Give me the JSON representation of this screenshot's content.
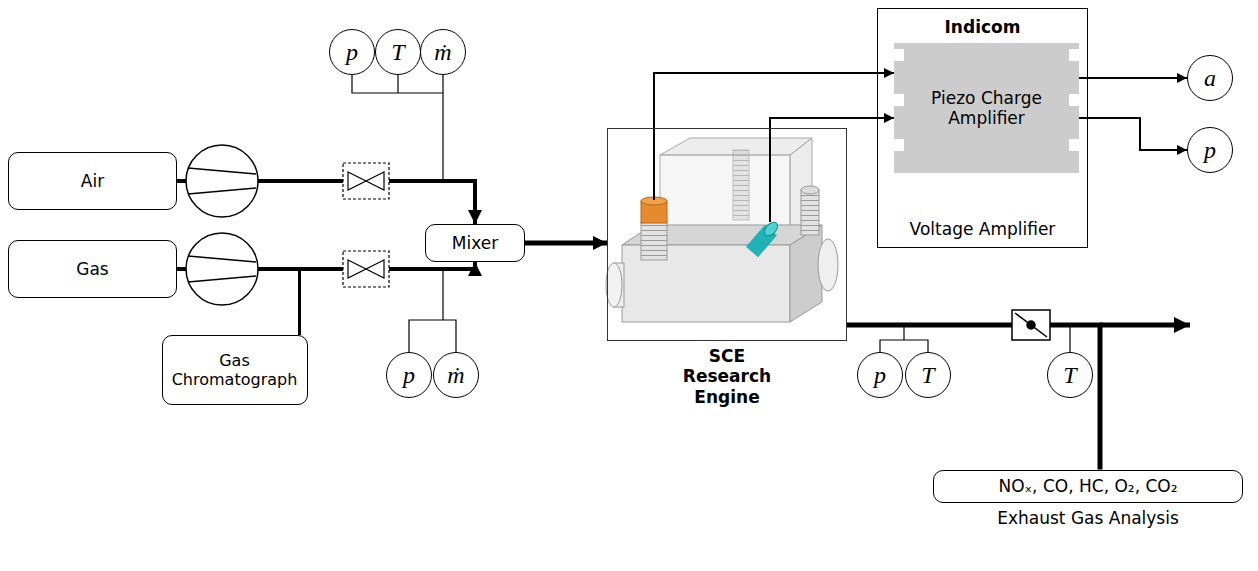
{
  "diagram": {
    "nodes": [
      {
        "text": [
          "p"
        ]
      },
      {
        "text": [
          "T"
        ]
      },
      {
        "text": [
          "ṁ"
        ]
      },
      {
        "text": [
          "Indicom",
          "Voltage Amplifier"
        ]
      },
      {
        "text": [
          "Piezo Charge Amplifier"
        ],
        "in": 3
      },
      {
        "text": [
          "a"
        ]
      },
      {
        "text": [
          "p"
        ]
      },
      {
        "text": [
          "Air"
        ]
      },
      {
        "text": [
          "Mixer"
        ]
      },
      {
        "text": [
          "SCE Research Engine"
        ]
      },
      {
        "text": [
          "Gas"
        ]
      },
      {
        "text": [
          "Gas Chromatograph"
        ]
      },
      {
        "text": [
          "p"
        ]
      },
      {
        "text": [
          "ṁ"
        ]
      },
      {
        "text": [
          "p"
        ]
      },
      {
        "text": [
          "T"
        ]
      },
      {
        "text": [
          "T"
        ]
      },
      {
        "text": [
          "NOₓ, CO, HC, O₂, CO₂",
          "Exhaust Gas Analysis"
        ]
      }
    ],
    "edges": [
      {
        "from": 7,
        "to": 8,
        "arrow": "to"
      },
      {
        "from": 10,
        "to": 8,
        "arrow": "to"
      },
      {
        "from": 10,
        "to": 11,
        "arrow": "none"
      },
      {
        "from": 8,
        "to": 9,
        "arrow": "to"
      },
      {
        "from": 9,
        "to": 4,
        "arrow": "to"
      },
      {
        "from": 9,
        "to": 4,
        "arrow": "to"
      },
      {
        "from": 4,
        "to": 5,
        "arrow": "to"
      },
      {
        "from": 4,
        "to": 6,
        "arrow": "to"
      },
      {
        "from": 9,
        "to": 17,
        "arrow": "none"
      }
    ]
  }
}
